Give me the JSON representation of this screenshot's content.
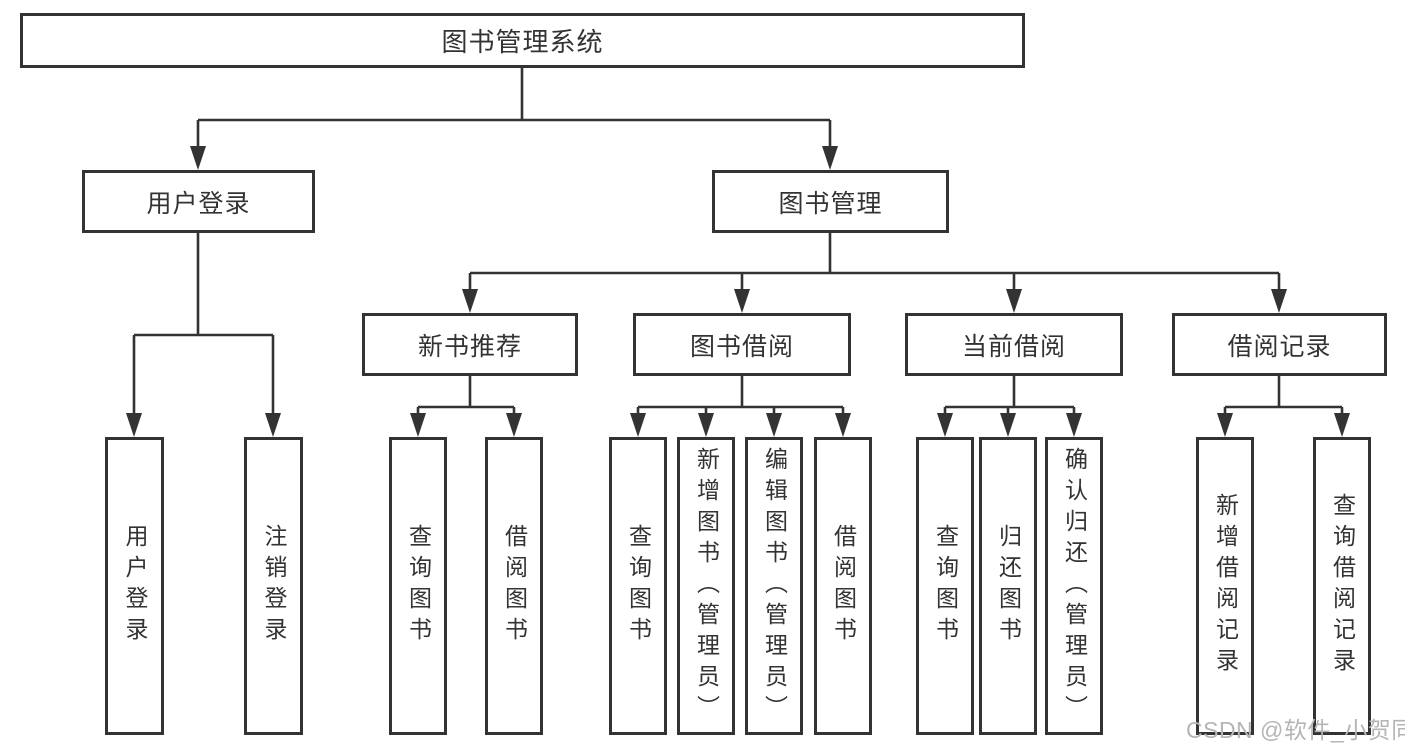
{
  "colors": {
    "line": "#333333",
    "box_border": "#333333",
    "box_fill": "#ffffff",
    "text": "#333333",
    "watermark_text": "#b5b5b5",
    "background": "#ffffff"
  },
  "watermark": {
    "text": "CSDN @软件_小贺同学"
  },
  "tree": {
    "label": "图书管理系统",
    "children": [
      {
        "label": "用户登录",
        "children": [
          {
            "label": "用户登录"
          },
          {
            "label": "注销登录"
          }
        ]
      },
      {
        "label": "图书管理",
        "children": [
          {
            "label": "新书推荐",
            "children": [
              {
                "label": "查询图书"
              },
              {
                "label": "借阅图书"
              }
            ]
          },
          {
            "label": "图书借阅",
            "children": [
              {
                "label": "查询图书"
              },
              {
                "label": "新增图书（管理员）"
              },
              {
                "label": "编辑图书（管理员）"
              },
              {
                "label": "借阅图书"
              }
            ]
          },
          {
            "label": "当前借阅",
            "children": [
              {
                "label": "查询图书"
              },
              {
                "label": "归还图书"
              },
              {
                "label": "确认归还（管理员）"
              }
            ]
          },
          {
            "label": "借阅记录",
            "children": [
              {
                "label": "新增借阅记录"
              },
              {
                "label": "查询借阅记录"
              }
            ]
          }
        ]
      }
    ]
  }
}
